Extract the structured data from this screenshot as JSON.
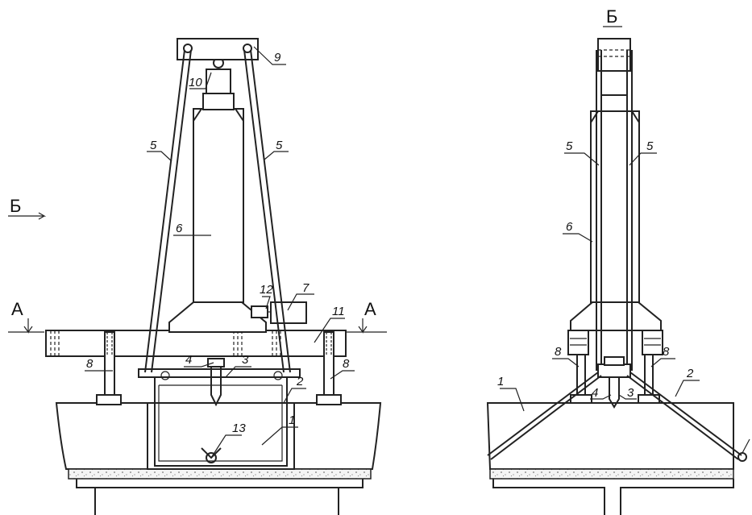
{
  "callouts": {
    "n1": "1",
    "n2": "2",
    "n3": "3",
    "n4": "4",
    "n5": "5",
    "n6": "6",
    "n7": "7",
    "n8": "8",
    "n9": "9",
    "n10": "10",
    "n11": "11",
    "n12": "12",
    "n13": "13"
  },
  "sections": {
    "a": "А",
    "b": "Б"
  }
}
